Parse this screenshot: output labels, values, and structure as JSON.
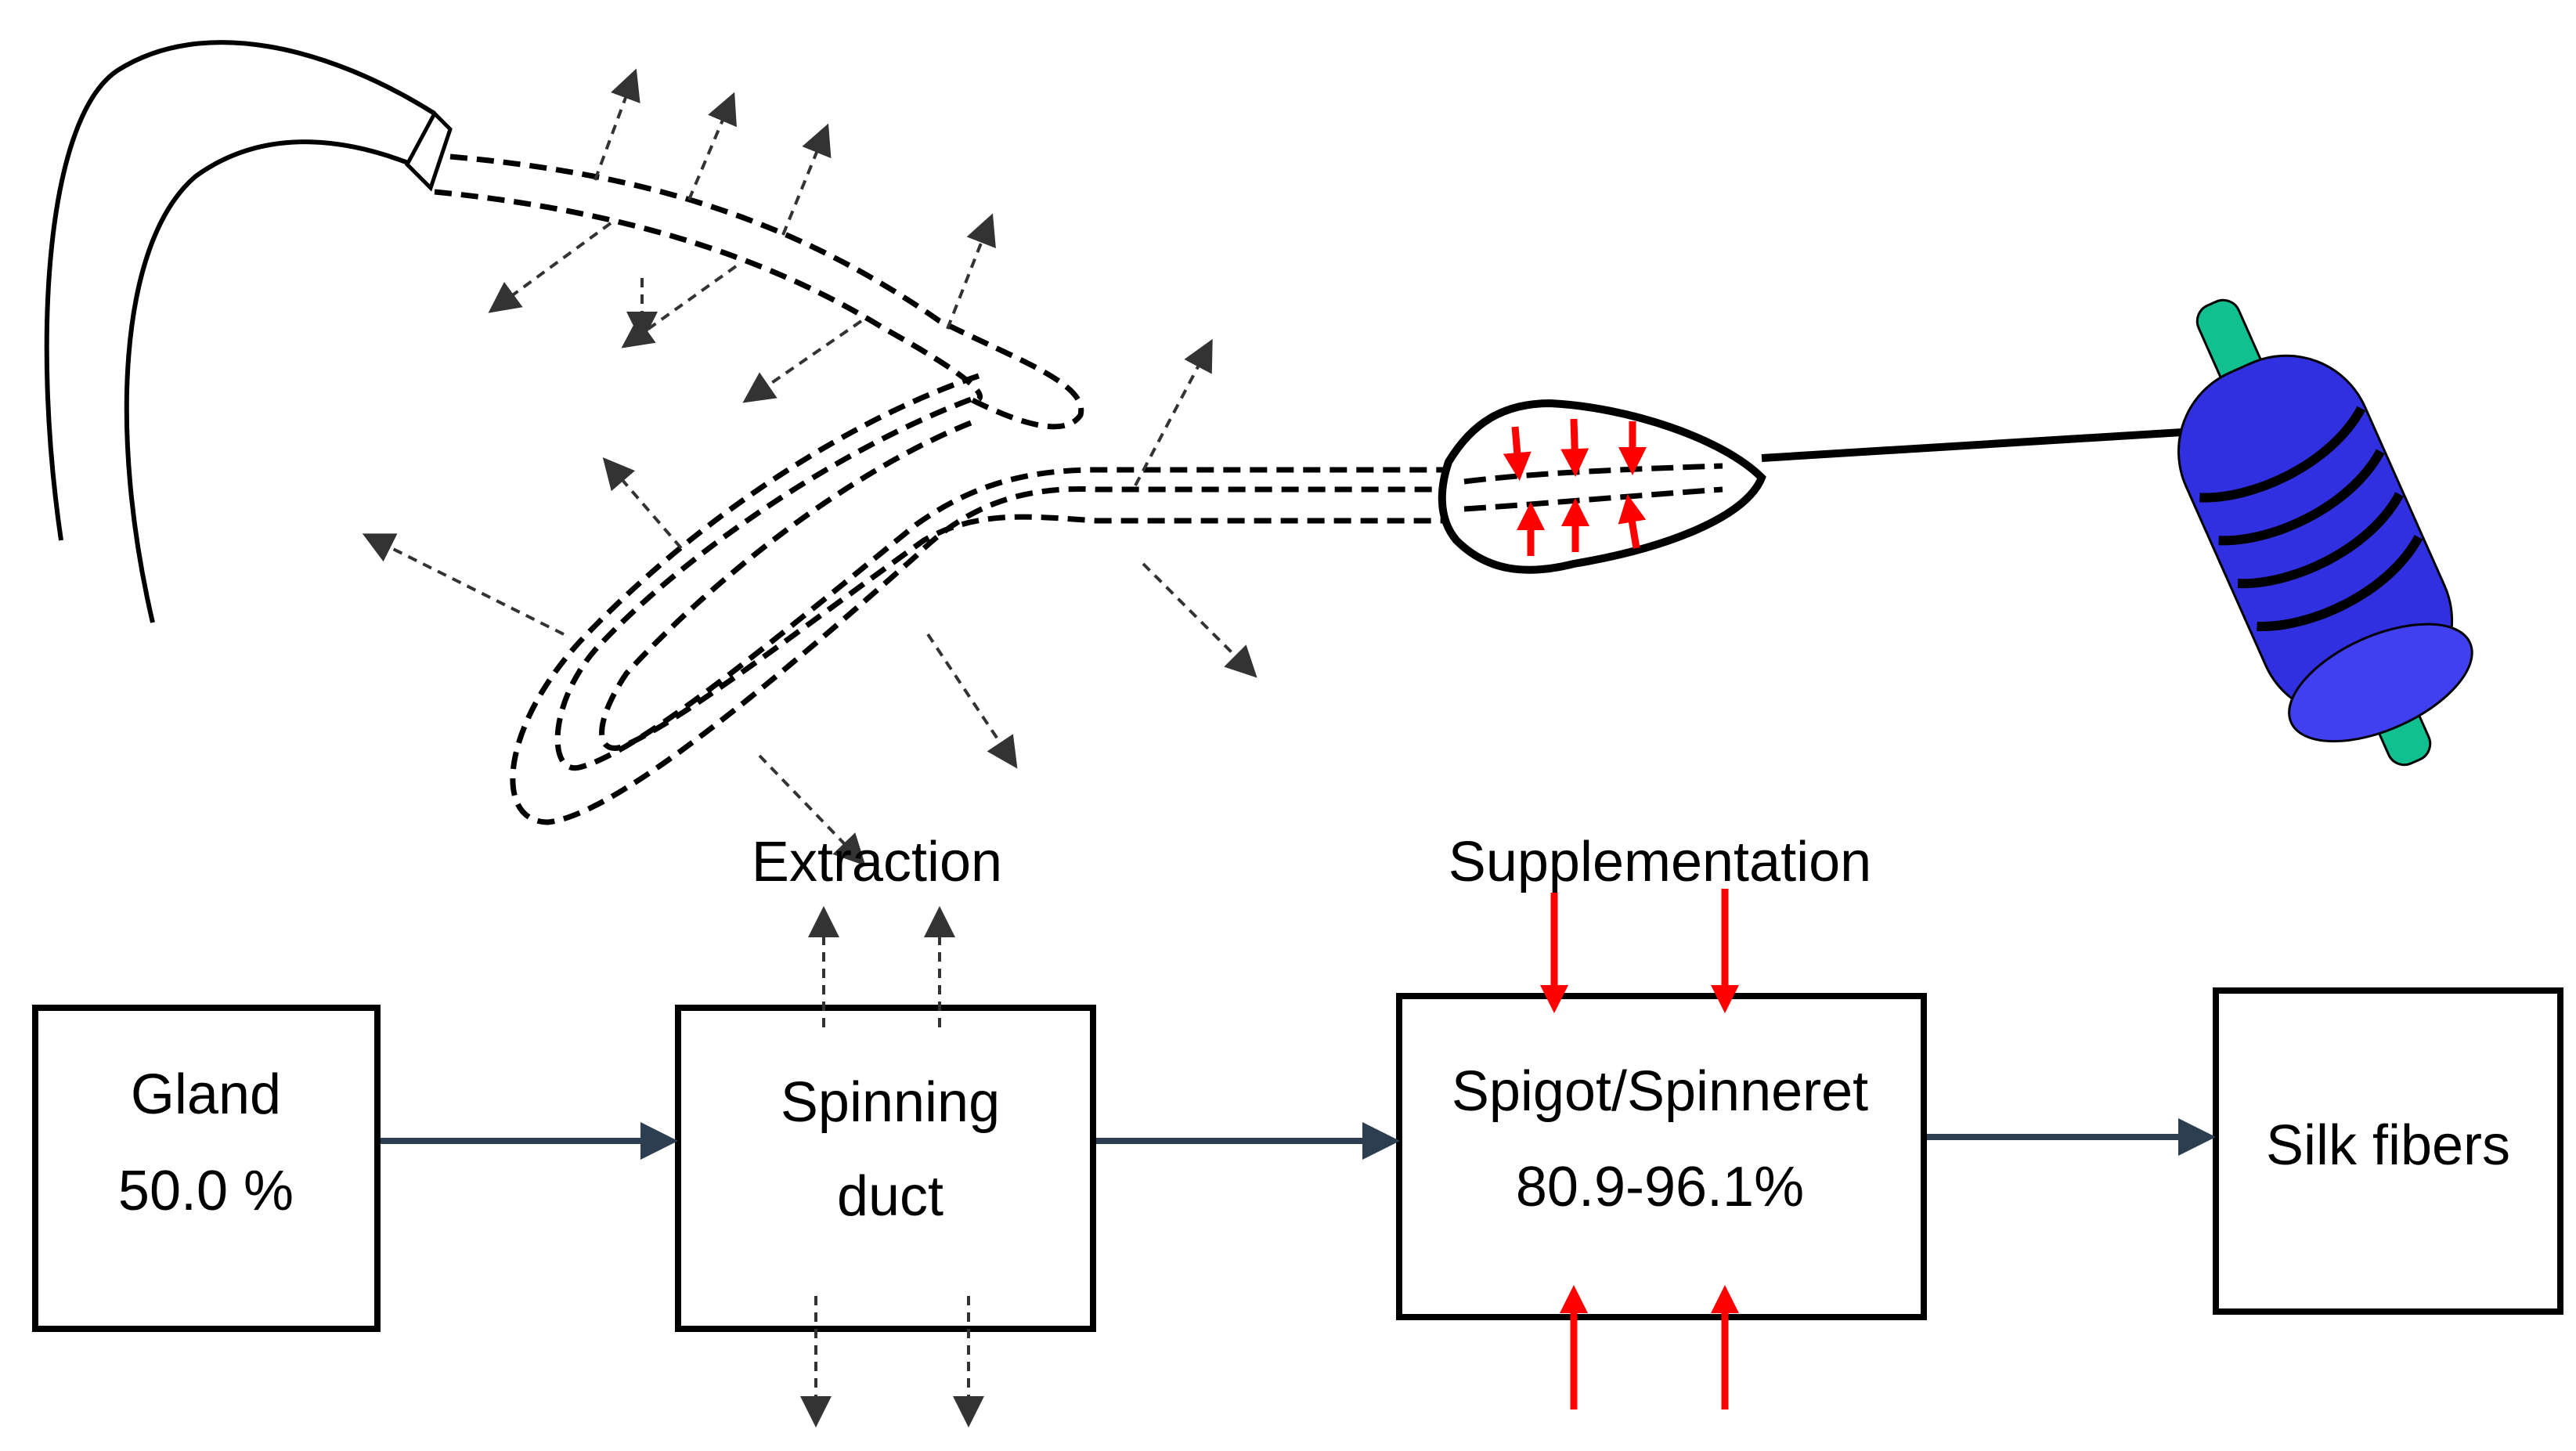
{
  "labels": {
    "extraction": "Extraction",
    "supplementation": "Supplementation"
  },
  "boxes": {
    "gland": {
      "line1": "Gland",
      "line2": "50.0 %"
    },
    "spinning_duct": {
      "line1": "Spinning",
      "line2": "duct"
    },
    "spigot": {
      "line1": "Spigot/Spinneret",
      "line2": "80.9-96.1%"
    },
    "silk": {
      "line1": "Silk fibers"
    }
  },
  "colors": {
    "box_border": "#000000",
    "flow_arrow": "#2c3e50",
    "supplement_arrow": "#ff0000",
    "reel_body": "#3030e0",
    "reel_axle": "#10c090",
    "dashed_arrow": "#333333"
  }
}
